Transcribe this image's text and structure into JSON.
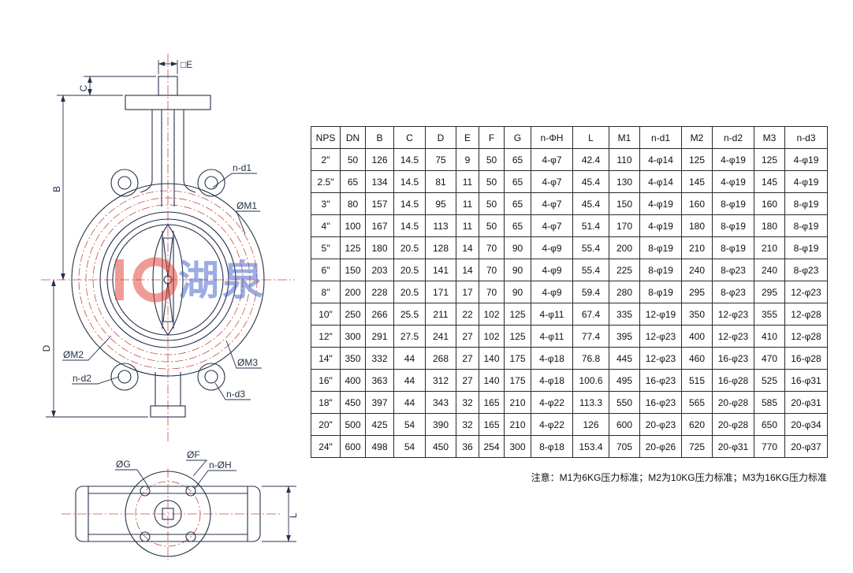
{
  "drawing": {
    "line_color": "#28304a",
    "centerline_color": "#c0504d",
    "dim_labels": {
      "square_e": "□E",
      "c": "C",
      "b": "B",
      "d": "D",
      "l": "L"
    },
    "callouts": {
      "n_d1": "n-d1",
      "m1": "ØM1",
      "m2": "ØM2",
      "n_d2": "n-d2",
      "m3": "ØM3",
      "n_d3": "n-d3",
      "g": "ØG",
      "f": "ØF",
      "n_h": "n-ØH"
    },
    "watermark": {
      "text": "湖泉",
      "accent_red": "#e23b2e",
      "accent_blue": "#3d5cc5"
    }
  },
  "table": {
    "headers": [
      "NPS",
      "DN",
      "B",
      "C",
      "D",
      "E",
      "F",
      "G",
      "n-ΦH",
      "L",
      "M1",
      "n-d1",
      "M2",
      "n-d2",
      "M3",
      "n-d3"
    ],
    "rows": [
      [
        "2\"",
        "50",
        "126",
        "14.5",
        "75",
        "9",
        "50",
        "65",
        "4-φ7",
        "42.4",
        "110",
        "4-φ14",
        "125",
        "4-φ19",
        "125",
        "4-φ19"
      ],
      [
        "2.5\"",
        "65",
        "134",
        "14.5",
        "81",
        "11",
        "50",
        "65",
        "4-φ7",
        "45.4",
        "130",
        "4-φ14",
        "145",
        "4-φ19",
        "145",
        "4-φ19"
      ],
      [
        "3\"",
        "80",
        "157",
        "14.5",
        "95",
        "11",
        "50",
        "65",
        "4-φ7",
        "45.4",
        "150",
        "4-φ19",
        "160",
        "8-φ19",
        "160",
        "8-φ19"
      ],
      [
        "4\"",
        "100",
        "167",
        "14.5",
        "113",
        "11",
        "50",
        "65",
        "4-φ7",
        "51.4",
        "170",
        "4-φ19",
        "180",
        "8-φ19",
        "180",
        "8-φ19"
      ],
      [
        "5\"",
        "125",
        "180",
        "20.5",
        "128",
        "14",
        "70",
        "90",
        "4-φ9",
        "55.4",
        "200",
        "8-φ19",
        "210",
        "8-φ19",
        "210",
        "8-φ19"
      ],
      [
        "6\"",
        "150",
        "203",
        "20.5",
        "141",
        "14",
        "70",
        "90",
        "4-φ9",
        "55.4",
        "225",
        "8-φ19",
        "240",
        "8-φ23",
        "240",
        "8-φ23"
      ],
      [
        "8\"",
        "200",
        "228",
        "20.5",
        "171",
        "17",
        "70",
        "90",
        "4-φ9",
        "59.4",
        "280",
        "8-φ19",
        "295",
        "8-φ23",
        "295",
        "12-φ23"
      ],
      [
        "10\"",
        "250",
        "266",
        "25.5",
        "211",
        "22",
        "102",
        "125",
        "4-φ11",
        "67.4",
        "335",
        "12-φ19",
        "350",
        "12-φ23",
        "355",
        "12-φ28"
      ],
      [
        "12\"",
        "300",
        "291",
        "27.5",
        "241",
        "27",
        "102",
        "125",
        "4-φ11",
        "77.4",
        "395",
        "12-φ23",
        "400",
        "12-φ23",
        "410",
        "12-φ28"
      ],
      [
        "14\"",
        "350",
        "332",
        "44",
        "268",
        "27",
        "140",
        "175",
        "4-φ18",
        "76.8",
        "445",
        "12-φ23",
        "460",
        "16-φ23",
        "470",
        "16-φ28"
      ],
      [
        "16\"",
        "400",
        "363",
        "44",
        "312",
        "27",
        "140",
        "175",
        "4-φ18",
        "100.6",
        "495",
        "16-φ23",
        "515",
        "16-φ28",
        "525",
        "16-φ31"
      ],
      [
        "18\"",
        "450",
        "397",
        "44",
        "343",
        "32",
        "165",
        "210",
        "4-φ22",
        "113.3",
        "550",
        "16-φ23",
        "565",
        "20-φ28",
        "585",
        "20-φ31"
      ],
      [
        "20\"",
        "500",
        "425",
        "54",
        "390",
        "32",
        "165",
        "210",
        "4-φ22",
        "126",
        "600",
        "20-φ23",
        "620",
        "20-φ28",
        "650",
        "20-φ34"
      ],
      [
        "24\"",
        "600",
        "498",
        "54",
        "450",
        "36",
        "254",
        "300",
        "8-φ18",
        "153.4",
        "705",
        "20-φ26",
        "725",
        "20-φ31",
        "770",
        "20-φ37"
      ]
    ]
  },
  "note": "注意：M1为6KG压力标准；M2为10KG压力标准；M3为16KG压力标准"
}
